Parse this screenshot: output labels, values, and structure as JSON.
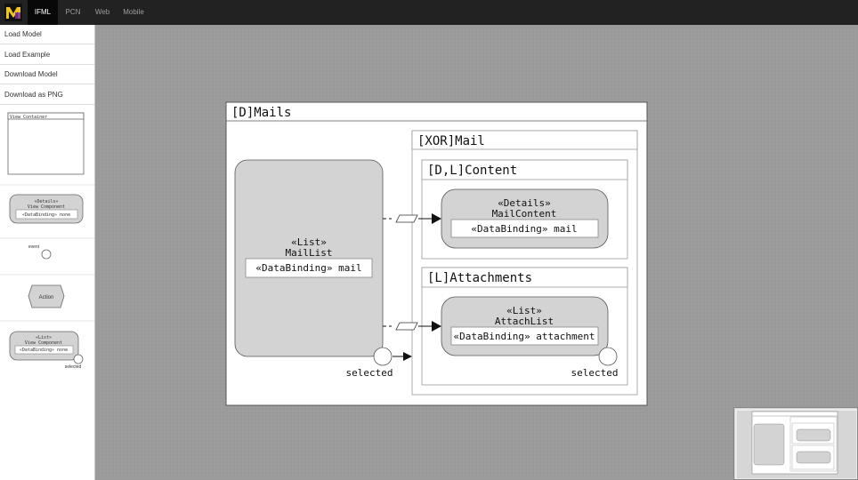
{
  "navbar": {
    "logo_letters": "M",
    "items": [
      {
        "label": "IFML",
        "active": true
      },
      {
        "label": "PCN",
        "active": false
      },
      {
        "label": "Web",
        "active": false
      },
      {
        "label": "Mobile",
        "active": false
      }
    ]
  },
  "sidebar": {
    "menu": [
      "Load Model",
      "Load Example",
      "Download Model",
      "Download as PNG"
    ],
    "palette": {
      "view_container_label": "View Container",
      "details_stereotype": "«Details»",
      "details_name": "View Component",
      "details_binding": "«DataBinding» none",
      "event_label": "event",
      "action_label": "Action",
      "list_stereotype": "«List»",
      "list_name": "View Component",
      "list_binding": "«DataBinding» none",
      "list_event_label": "selected"
    }
  },
  "diagram": {
    "mails_title": "[D]Mails",
    "maillist": {
      "stereotype": "«List»",
      "name": "MailList",
      "binding": "«DataBinding» mail",
      "event_label": "selected"
    },
    "xor_title": "[XOR]Mail",
    "content_title": "[D,L]Content",
    "mailcontent": {
      "stereotype": "«Details»",
      "name": "MailContent",
      "binding": "«DataBinding» mail"
    },
    "attachments_title": "[L]Attachments",
    "attachlist": {
      "stereotype": "«List»",
      "name": "AttachList",
      "binding": "«DataBinding» attachment",
      "event_label": "selected"
    }
  },
  "colors": {
    "topbar": "#222222",
    "canvas": "#9a9a9a",
    "component_fill": "#d3d3d3",
    "stroke": "#555555"
  }
}
